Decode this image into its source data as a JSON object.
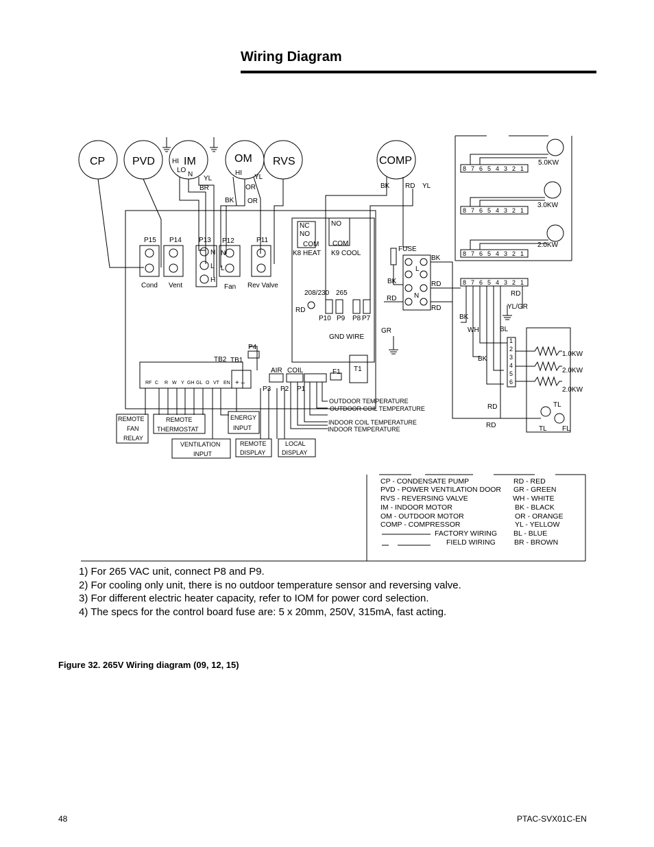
{
  "title": "Wiring Diagram",
  "components": {
    "cp": "CP",
    "pvd": "PVD",
    "im": "IM",
    "om": "OM",
    "rvs": "RVS",
    "comp": "COMP"
  },
  "im_labels": {
    "hi": "HI",
    "lo": "LO",
    "n": "N",
    "yl": "YL",
    "br": "BR",
    "bk": "BK"
  },
  "om_labels": {
    "hi": "HI",
    "yl": "YL",
    "or1": "OR",
    "or2": "OR"
  },
  "comp_labels": {
    "bk": "BK",
    "rd": "RD",
    "yl": "YL"
  },
  "board": {
    "p15": "P15",
    "p14": "P14",
    "p13": "P13",
    "p12": "P12",
    "p11": "P11",
    "cond": "Cond",
    "vent": "Vent",
    "fan": "Fan",
    "rev_valve": "Rev Valve",
    "p13_n": "N",
    "p13_l": "L",
    "p13_h": "H",
    "p12_n": "N",
    "p12_l": "L",
    "nc": "NC",
    "no": "NO",
    "com": "COM",
    "k8_heat": "K8  HEAT",
    "no2": "NO",
    "com2": "COM",
    "k9_cool": "K9  COOL",
    "v208": "208/230",
    "v265": "265",
    "p10": "P10",
    "p9": "P9",
    "p8": "P8",
    "p7": "P7",
    "rd": "RD",
    "gnd_wire": "GND WIRE",
    "gr": "GR",
    "t1": "T1",
    "f1": "F1",
    "p4": "P4",
    "tb2": "TB2",
    "tb1": "TB1",
    "air": "AIR",
    "coil": "COIL",
    "p3": "P3",
    "p2": "P2",
    "p1": "P1",
    "tb2_terms": [
      "RF",
      "C",
      "R",
      "W",
      "Y",
      "GH",
      "GL",
      "O",
      "VT",
      "EN"
    ],
    "tb1_terms": "+ –"
  },
  "power": {
    "fuse": "FUSE",
    "bk1": "BK",
    "bk2": "BK",
    "rd1": "RD",
    "rd2": "RD",
    "rd3": "RD",
    "l": "L",
    "n": "N"
  },
  "sensors": {
    "outdoor_temp": "OUTDOOR TEMPERATURE",
    "outdoor_coil": "OUTDOOR COIL TEMPERATURE",
    "indoor_coil": "INDOOR COIL TEMPERATURE",
    "indoor_temp": "INDOOR TEMPERATURE"
  },
  "inputs": {
    "remote_fan_relay": [
      "REMOTE",
      "FAN",
      "RELAY"
    ],
    "remote_thermostat": [
      "REMOTE",
      "THERMOSTAT"
    ],
    "energy_input": [
      "ENERGY",
      "INPUT"
    ],
    "ventilation_input": [
      "VENTILATION",
      "INPUT"
    ],
    "remote_display": [
      "REMOTE",
      "DISPLAY"
    ],
    "local_display": [
      "LOCAL",
      "DISPLAY"
    ]
  },
  "heater": {
    "plug_pins": [
      "8",
      "7",
      "6",
      "5",
      "4",
      "3",
      "2",
      "1"
    ],
    "kw50": "5.0KW",
    "kw30": "3.0KW",
    "kw20": "2.0KW",
    "rd": "RD",
    "ylgr": "YL/GR",
    "bk": "BK",
    "wh": "WH",
    "bl": "BL",
    "bk2": "BK",
    "term": [
      "1",
      "2",
      "3",
      "4",
      "5",
      "6"
    ],
    "e10": "1.0KW",
    "e20": "2.0KW",
    "e20b": "2.0KW",
    "rd2": "RD",
    "rd3": "RD",
    "tl1": "TL",
    "tl2": "TL",
    "fl": "FL"
  },
  "legend": {
    "left": [
      "CP -   CONDENSATE PUMP",
      "PVD -  POWER VENTILATION DOOR",
      "RVS -  REVERSING VALVE",
      "IM -    INDOOR MOTOR",
      "OM -   OUTDOOR MOTOR",
      "COMP - COMPRESSOR",
      "FACTORY WIRING",
      "FIELD WIRING"
    ],
    "right": [
      "RD - RED",
      "GR - GREEN",
      "WH - WHITE",
      "BK - BLACK",
      "OR - ORANGE",
      "YL - YELLOW",
      "BL - BLUE",
      "BR - BROWN"
    ]
  },
  "notes": [
    "1)  For 265 VAC unit, connect P8 and P9.",
    "2)  For cooling only unit, there is no outdoor temperature sensor and reversing valve.",
    "3)  For different electric heater capacity, refer to IOM for power cord selection.",
    "4)  The specs for the control board fuse are: 5 x 20mm, 250V, 315mA, fast acting."
  ],
  "caption": "Figure 32.     265V Wiring diagram (09, 12, 15)",
  "footer": {
    "page": "48",
    "doc": "PTAC-SVX01C-EN"
  }
}
